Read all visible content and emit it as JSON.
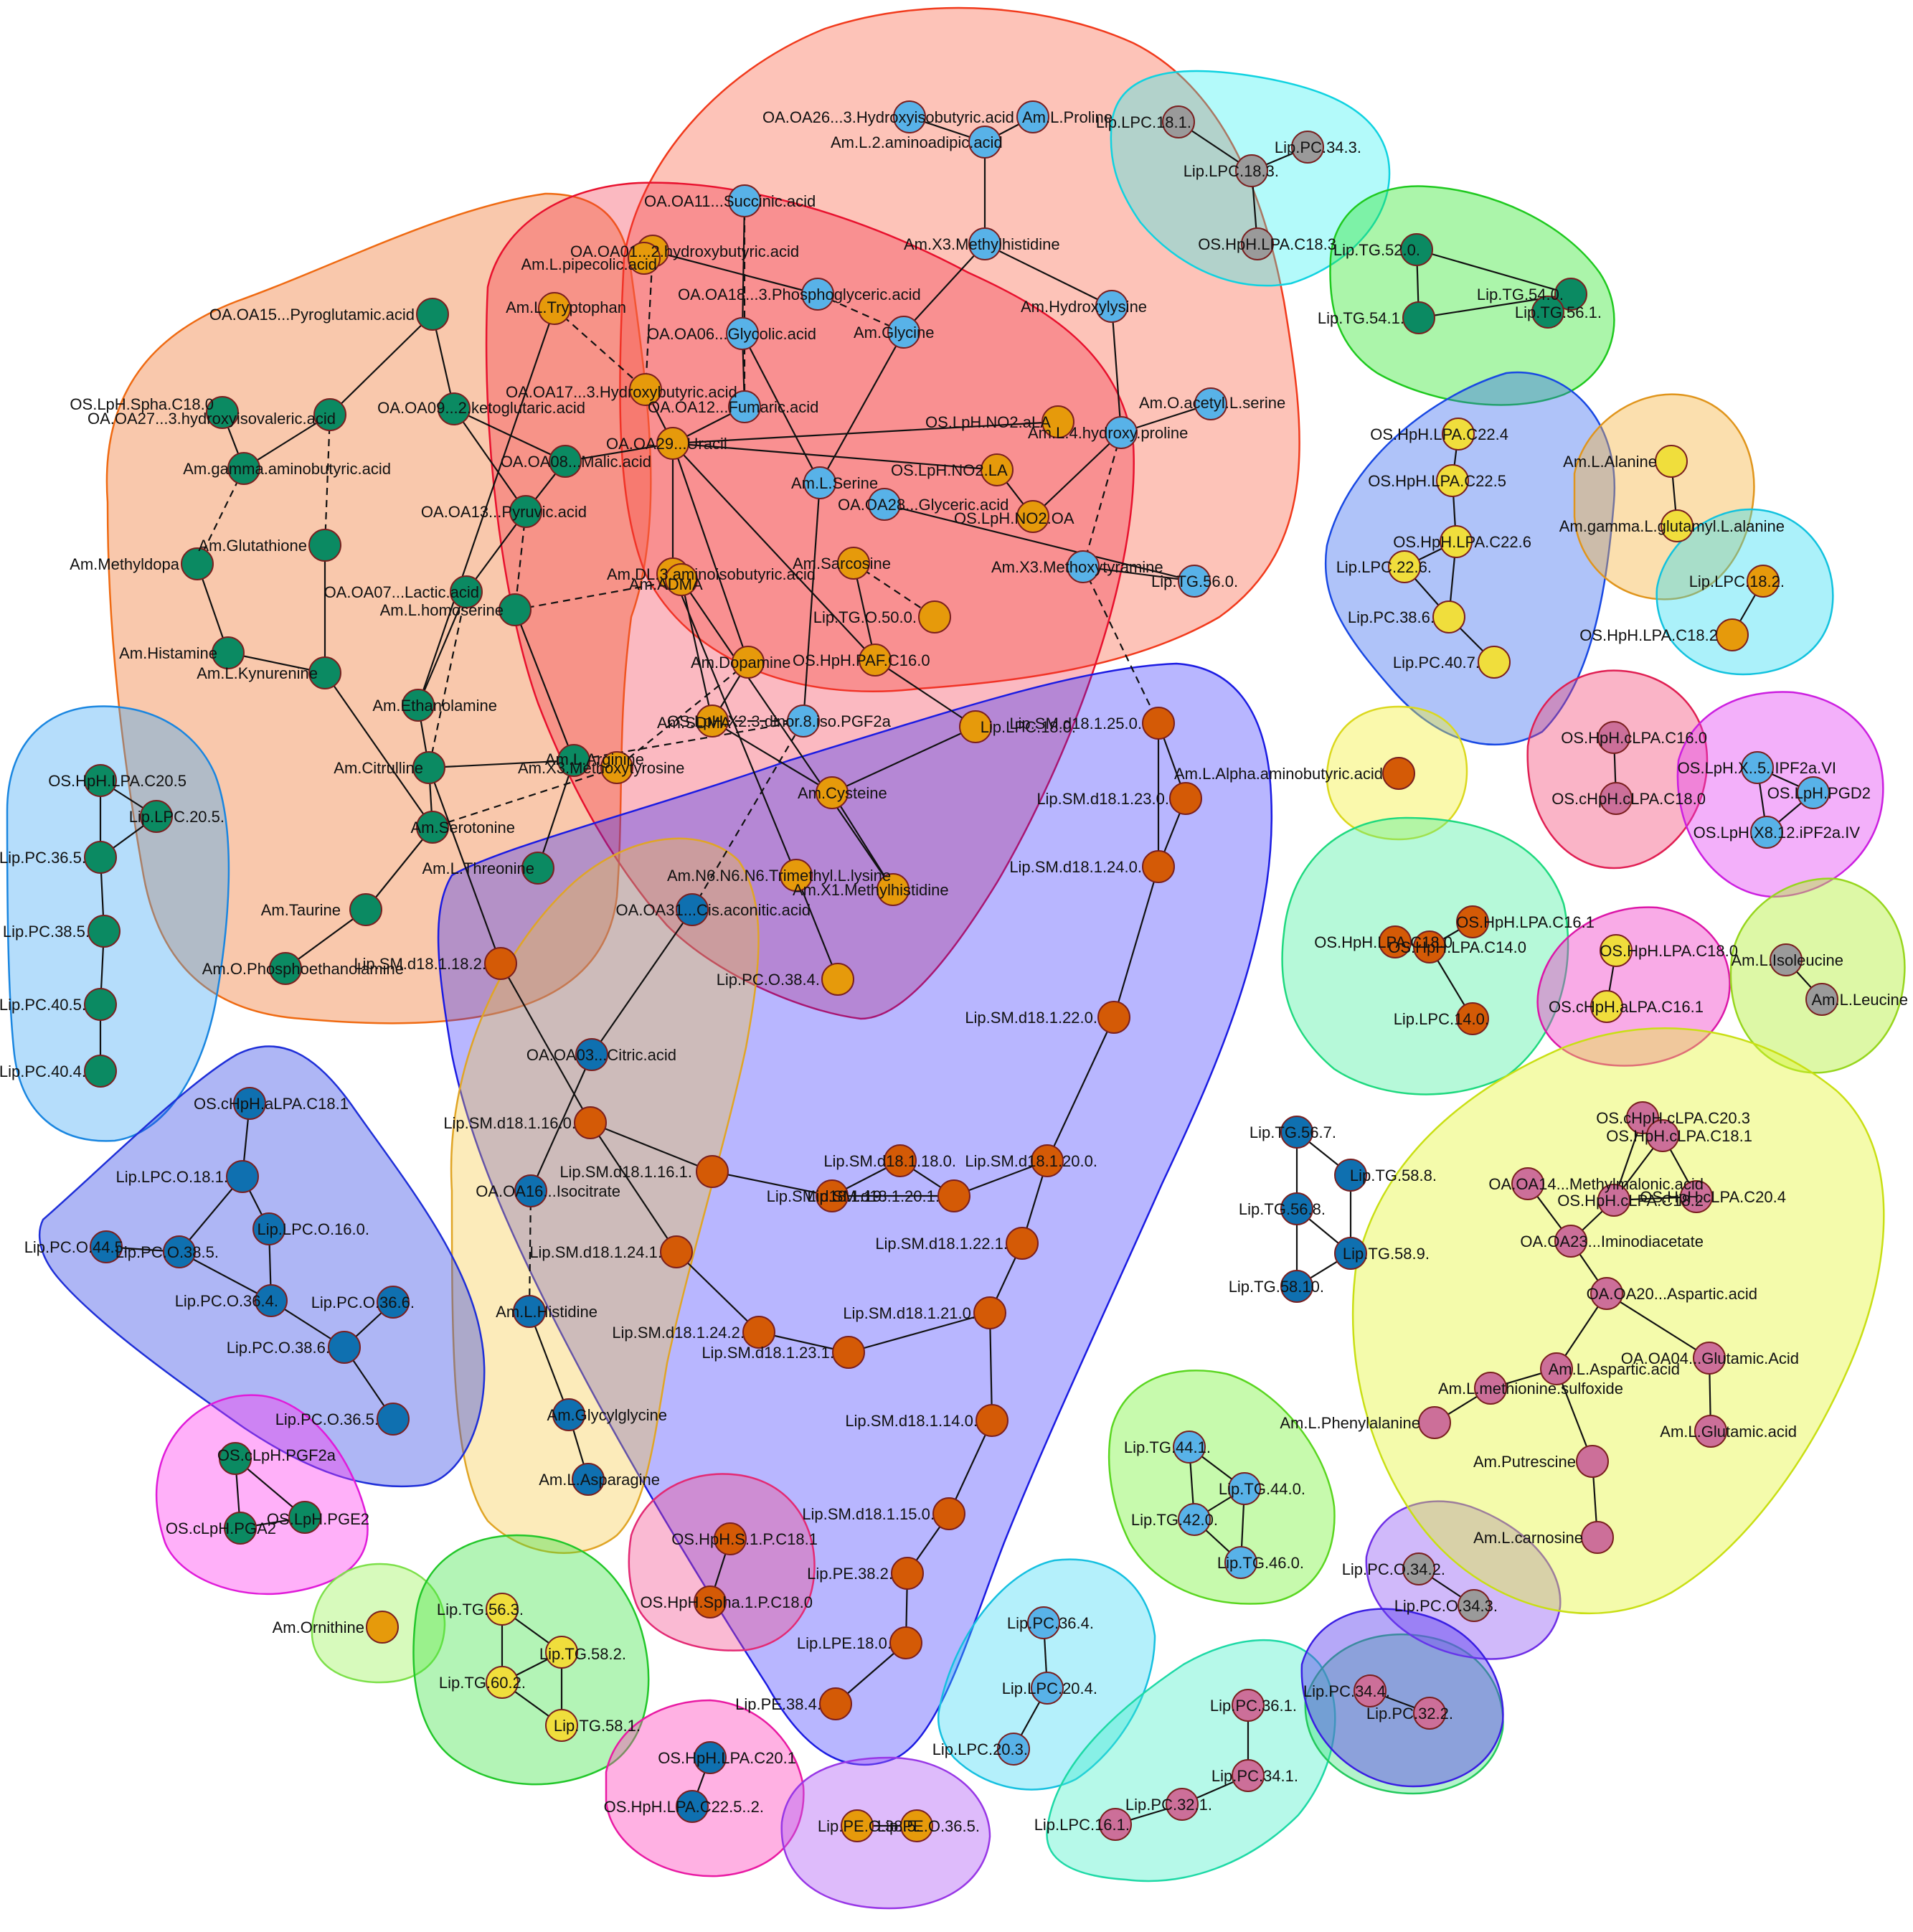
{
  "palette": {
    "green": "#0b8a62",
    "orange": "#e69a0b",
    "sky": "#58b2e8",
    "blue": "#0f70b0",
    "vermilion": "#d45a06",
    "yellow": "#f0de3c",
    "pink": "#cc6f99",
    "grey": "#9a9a9a"
  },
  "groups": [
    {
      "id": "g1",
      "fill": "#f07d3a",
      "stroke": "#ef6a12",
      "opacity": 0.42
    },
    {
      "id": "g2",
      "fill": "#fb6f55",
      "stroke": "#f13a1c",
      "opacity": 0.42
    },
    {
      "id": "g3",
      "fill": "#f2243e",
      "stroke": "#e8112e",
      "opacity": 0.32
    },
    {
      "id": "g4",
      "fill": "#2622ff",
      "stroke": "#1b1be2",
      "opacity": 0.33
    },
    {
      "id": "g5",
      "fill": "#f7c436",
      "stroke": "#e0a526",
      "opacity": 0.34
    },
    {
      "id": "g6",
      "fill": "#3da6f5",
      "stroke": "#1a86e0",
      "opacity": 0.38
    },
    {
      "id": "g7",
      "fill": "#2b3fe6",
      "stroke": "#1f2fd8",
      "opacity": 0.38
    },
    {
      "id": "g8",
      "fill": "#ff2ff0",
      "stroke": "#e01bd9",
      "opacity": 0.38
    },
    {
      "id": "g9",
      "fill": "#a6f56b",
      "stroke": "#7de04a",
      "opacity": 0.45
    },
    {
      "id": "g10",
      "fill": "#36e33f",
      "stroke": "#22c72a",
      "opacity": 0.38
    },
    {
      "id": "g11",
      "fill": "#f24a8c",
      "stroke": "#e32a74",
      "opacity": 0.38
    },
    {
      "id": "g12",
      "fill": "#ff3db8",
      "stroke": "#e91aa3",
      "opacity": 0.4
    },
    {
      "id": "g13",
      "fill": "#b15cf5",
      "stroke": "#9837e6",
      "opacity": 0.42
    },
    {
      "id": "g14",
      "fill": "#3ad8f5",
      "stroke": "#16c0e0",
      "opacity": 0.38
    },
    {
      "id": "g15",
      "fill": "#3ef0c4",
      "stroke": "#1ed9a6",
      "opacity": 0.38
    },
    {
      "id": "g16",
      "fill": "#3be076",
      "stroke": "#23c95d",
      "opacity": 0.38
    },
    {
      "id": "g17",
      "fill": "#7af23c",
      "stroke": "#5ad620",
      "opacity": 0.42
    },
    {
      "id": "g18",
      "fill": "#8f57f2",
      "stroke": "#6f2fe6",
      "opacity": 0.42
    },
    {
      "id": "g19",
      "fill": "#5b3ef0",
      "stroke": "#3a1ee3",
      "opacity": 0.45
    },
    {
      "id": "g20",
      "fill": "#1ff0f0",
      "stroke": "#10d2e0",
      "opacity": 0.34
    },
    {
      "id": "g21",
      "fill": "#2ee52b",
      "stroke": "#1fc91f",
      "opacity": 0.4
    },
    {
      "id": "g22",
      "fill": "#2e62f0",
      "stroke": "#1848e3",
      "opacity": 0.38
    },
    {
      "id": "g23",
      "fill": "#f5b23e",
      "stroke": "#e0951c",
      "opacity": 0.42
    },
    {
      "id": "g24",
      "fill": "#2edcf2",
      "stroke": "#12c2de",
      "opacity": 0.4
    },
    {
      "id": "g25",
      "fill": "#f2f030",
      "stroke": "#dbd81e",
      "opacity": 0.4
    },
    {
      "id": "g26",
      "fill": "#f23a6d",
      "stroke": "#e01f53",
      "opacity": 0.38
    },
    {
      "id": "g27",
      "fill": "#e23af2",
      "stroke": "#cc1fe0",
      "opacity": 0.4
    },
    {
      "id": "g28",
      "fill": "#3ef09c",
      "stroke": "#1fd97f",
      "opacity": 0.38
    },
    {
      "id": "g29",
      "fill": "#f02ec2",
      "stroke": "#dc17a8",
      "opacity": 0.4
    },
    {
      "id": "g30",
      "fill": "#b4f03a",
      "stroke": "#97d61e",
      "opacity": 0.45
    },
    {
      "id": "g31",
      "fill": "#e4f52e",
      "stroke": "#c9df14",
      "opacity": 0.4
    }
  ],
  "nodes": [
    {
      "id": "n1",
      "label": "OA.OA15...Pyroglutamic.acid",
      "color": "green"
    },
    {
      "id": "n2",
      "label": "OS.LpH.Spha.C18.0",
      "color": "green"
    },
    {
      "id": "n3",
      "label": "OA.OA27...3.hydroxyisovaleric.acid",
      "color": "green"
    },
    {
      "id": "n4",
      "label": "OA.OA09...2.ketoglutaric.acid",
      "color": "green"
    },
    {
      "id": "n5",
      "label": "Am.gamma.aminobutyric.acid",
      "color": "green"
    },
    {
      "id": "n6",
      "label": "OA.OA08...Malic.acid",
      "color": "green"
    },
    {
      "id": "n7",
      "label": "OA.OA13...Pyruvic.acid",
      "color": "green"
    },
    {
      "id": "n8",
      "label": "Am.Methyldopa",
      "color": "green"
    },
    {
      "id": "n9",
      "label": "Am.Glutathione",
      "color": "green"
    },
    {
      "id": "n10",
      "label": "OA.OA07...Lactic.acid",
      "color": "green"
    },
    {
      "id": "n11",
      "label": "Am.L.homoserine",
      "color": "green"
    },
    {
      "id": "n12",
      "label": "Am.Histamine",
      "color": "green"
    },
    {
      "id": "n13",
      "label": "Am.L.Kynurenine",
      "color": "green"
    },
    {
      "id": "n14",
      "label": "Am.Ethanolamine",
      "color": "green"
    },
    {
      "id": "n15",
      "label": "Am.Citrulline",
      "color": "green"
    },
    {
      "id": "n16",
      "label": "Am.L.Arginine",
      "color": "green"
    },
    {
      "id": "n17",
      "label": "Am.Serotonine",
      "color": "green"
    },
    {
      "id": "n18",
      "label": "Am.L.Threonine",
      "color": "green"
    },
    {
      "id": "n19",
      "label": "Am.Taurine",
      "color": "green"
    },
    {
      "id": "n20",
      "label": "Am.O.Phosphoethanolamine",
      "color": "green"
    },
    {
      "id": "n21",
      "label": "OA.OA01...2.hydroxybutyric.acid",
      "color": "orange"
    },
    {
      "id": "n22",
      "label": "Am.L.pipecolic.acid",
      "color": "orange"
    },
    {
      "id": "n23",
      "label": "Am.L.Tryptophan",
      "color": "orange"
    },
    {
      "id": "n24",
      "label": "OA.OA17...3.Hydroxybutyric.acid",
      "color": "orange"
    },
    {
      "id": "n25",
      "label": "OA.OA29...Uracil",
      "color": "orange"
    },
    {
      "id": "n26",
      "label": "OS.LpH.NO2.aLA",
      "color": "orange"
    },
    {
      "id": "n27",
      "label": "OS.LpH.NO2.LA",
      "color": "orange"
    },
    {
      "id": "n28",
      "label": "OS.LpH.NO2.OA",
      "color": "orange"
    },
    {
      "id": "n29",
      "label": "Am.Sarcosine",
      "color": "orange"
    },
    {
      "id": "n30",
      "label": "Am.DL.3.aminoisobutyric.acid",
      "color": "orange"
    },
    {
      "id": "n31",
      "label": "Am.ADMA",
      "color": "orange"
    },
    {
      "id": "n32",
      "label": "Lip.TG.O.50.0.",
      "color": "orange"
    },
    {
      "id": "n33",
      "label": "OS.HpH.PAF.C16.0",
      "color": "orange"
    },
    {
      "id": "n34",
      "label": "Am.Dopamine",
      "color": "orange"
    },
    {
      "id": "n35",
      "label": "Am.SDMA",
      "color": "orange"
    },
    {
      "id": "n36",
      "label": "Am.X3.Methoxytyrosine",
      "color": "orange"
    },
    {
      "id": "n37",
      "label": "Lip.LPC.18.0.",
      "color": "orange"
    },
    {
      "id": "n38",
      "label": "Am.Cysteine",
      "color": "orange"
    },
    {
      "id": "n39",
      "label": "Am.N6.N6.N6.Trimethyl.L.lysine",
      "color": "orange"
    },
    {
      "id": "n40",
      "label": "Am.X1.Methylhistidine",
      "color": "orange"
    },
    {
      "id": "n41",
      "label": "Lip.PC.O.38.4.",
      "color": "orange"
    },
    {
      "id": "n42",
      "label": "OA.OA26...3.Hydroxyisobutyric.acid",
      "color": "sky"
    },
    {
      "id": "n43",
      "label": "Am.L.Proline",
      "color": "sky"
    },
    {
      "id": "n44",
      "label": "Am.L.2.aminoadipic.acid",
      "color": "sky"
    },
    {
      "id": "n45",
      "label": "OA.OA11...Succinic.acid",
      "color": "sky"
    },
    {
      "id": "n46",
      "label": "Am.X3.Methylhistidine",
      "color": "sky"
    },
    {
      "id": "n47",
      "label": "OA.OA18...3.Phosphoglyceric.acid",
      "color": "sky"
    },
    {
      "id": "n48",
      "label": "OA.OA06...Glycolic.acid",
      "color": "sky"
    },
    {
      "id": "n49",
      "label": "Am.Glycine",
      "color": "sky"
    },
    {
      "id": "n50",
      "label": "Am.Hydroxylysine",
      "color": "sky"
    },
    {
      "id": "n51",
      "label": "OA.OA12...Fumaric.acid",
      "color": "sky"
    },
    {
      "id": "n52",
      "label": "Am.O.acetyl.L.serine",
      "color": "sky"
    },
    {
      "id": "n53",
      "label": "Am.L.4.hydroxy.proline",
      "color": "sky"
    },
    {
      "id": "n54",
      "label": "Am.L.Serine",
      "color": "sky"
    },
    {
      "id": "n55",
      "label": "OA.OA28...Glyceric.acid",
      "color": "sky"
    },
    {
      "id": "n56",
      "label": "Am.X3.Methoxytyramine",
      "color": "sky"
    },
    {
      "id": "n57",
      "label": "Lip.TG.56.0.",
      "color": "sky"
    },
    {
      "id": "n58",
      "label": "OS.LpH.X2.3.dinor.8.iso.PGF2a",
      "color": "sky"
    },
    {
      "id": "n59",
      "label": "Lip.SM.d18.1.25.0.",
      "color": "vermilion"
    },
    {
      "id": "n60",
      "label": "Lip.SM.d18.1.23.0.",
      "color": "vermilion"
    },
    {
      "id": "n61",
      "label": "Lip.SM.d18.1.24.0.",
      "color": "vermilion"
    },
    {
      "id": "n62",
      "label": "Lip.SM.d18.1.22.0.",
      "color": "vermilion"
    },
    {
      "id": "n63",
      "label": "Lip.SM.d18.1.20.0.",
      "color": "vermilion"
    },
    {
      "id": "n64",
      "label": "Lip.SM.d18.1.18.0.",
      "color": "vermilion"
    },
    {
      "id": "n65",
      "label": "Lip.SM.d18.1.19.",
      "color": "vermilion"
    },
    {
      "id": "n66",
      "label": "Lip.SM.d18.1.20.1.",
      "color": "vermilion"
    },
    {
      "id": "n67",
      "label": "Lip.SM.d18.1.16.1.",
      "color": "vermilion"
    },
    {
      "id": "n68",
      "label": "Lip.SM.d18.1.22.1.",
      "color": "vermilion"
    },
    {
      "id": "n69",
      "label": "Lip.SM.d18.1.18.2.",
      "color": "vermilion"
    },
    {
      "id": "n70",
      "label": "Lip.SM.d18.1.16.0.",
      "color": "vermilion"
    },
    {
      "id": "n71",
      "label": "Lip.SM.d18.1.24.1.",
      "color": "vermilion"
    },
    {
      "id": "n72",
      "label": "Lip.SM.d18.1.24.2.",
      "color": "vermilion"
    },
    {
      "id": "n73",
      "label": "Lip.SM.d18.1.23.1.",
      "color": "vermilion"
    },
    {
      "id": "n74",
      "label": "Lip.SM.d18.1.21.0.",
      "color": "vermilion"
    },
    {
      "id": "n75",
      "label": "Lip.SM.d18.1.14.0.",
      "color": "vermilion"
    },
    {
      "id": "n76",
      "label": "Lip.SM.d18.1.15.0.",
      "color": "vermilion"
    },
    {
      "id": "n77",
      "label": "Lip.PE.38.2.",
      "color": "vermilion"
    },
    {
      "id": "n78",
      "label": "Lip.LPE.18.0.",
      "color": "vermilion"
    },
    {
      "id": "n79",
      "label": "Lip.PE.38.4.",
      "color": "vermilion"
    },
    {
      "id": "n80",
      "label": "OA.OA31...Cis.aconitic.acid",
      "color": "blue"
    },
    {
      "id": "n81",
      "label": "OA.OA03...Citric.acid",
      "color": "blue"
    },
    {
      "id": "n82",
      "label": "OA.OA16...Isocitrate",
      "color": "blue"
    },
    {
      "id": "n83",
      "label": "Am.L.Histidine",
      "color": "blue"
    },
    {
      "id": "n84",
      "label": "Am.Glycylglycine",
      "color": "blue"
    },
    {
      "id": "n85",
      "label": "Am.L.Asparagine",
      "color": "blue"
    },
    {
      "id": "n86",
      "label": "OS.HpH.LPA.C20.5",
      "color": "green"
    },
    {
      "id": "n87",
      "label": "Lip.LPC.20.5.",
      "color": "green"
    },
    {
      "id": "n88",
      "label": "Lip.PC.36.5.",
      "color": "green"
    },
    {
      "id": "n89",
      "label": "Lip.PC.38.5.",
      "color": "green"
    },
    {
      "id": "n90",
      "label": "Lip.PC.40.5.",
      "color": "green"
    },
    {
      "id": "n91",
      "label": "Lip.PC.40.4.",
      "color": "green"
    },
    {
      "id": "n92",
      "label": "OS.cHpH.aLPA.C18.1",
      "color": "blue"
    },
    {
      "id": "n93",
      "label": "Lip.LPC.O.18.1.",
      "color": "blue"
    },
    {
      "id": "n94",
      "label": "Lip.LPC.O.16.0.",
      "color": "blue"
    },
    {
      "id": "n95",
      "label": "Lip.PC.O.44.5.",
      "color": "blue"
    },
    {
      "id": "n96",
      "label": "Lip.PC.O.38.5.",
      "color": "blue"
    },
    {
      "id": "n97",
      "label": "Lip.PC.O.36.4.",
      "color": "blue"
    },
    {
      "id": "n98",
      "label": "Lip.PC.O.36.6.",
      "color": "blue"
    },
    {
      "id": "n99",
      "label": "Lip.PC.O.38.6.",
      "color": "blue"
    },
    {
      "id": "n100",
      "label": "Lip.PC.O.36.5.",
      "color": "blue"
    },
    {
      "id": "n101",
      "label": "OS.cLpH.PGF2a",
      "color": "green"
    },
    {
      "id": "n102",
      "label": "OS.LpH.PGE2",
      "color": "green"
    },
    {
      "id": "n103",
      "label": "OS.cLpH.PGA2",
      "color": "green"
    },
    {
      "id": "n104",
      "label": "Am.Ornithine",
      "color": "orange"
    },
    {
      "id": "n105",
      "label": "Lip.TG.56.3.",
      "color": "yellow"
    },
    {
      "id": "n106",
      "label": "Lip.TG.58.2.",
      "color": "yellow"
    },
    {
      "id": "n107",
      "label": "Lip.TG.60.2.",
      "color": "yellow"
    },
    {
      "id": "n108",
      "label": "Lip.TG.58.1.",
      "color": "yellow"
    },
    {
      "id": "n109",
      "label": "OS.HpH.S.1.P.C18.1",
      "color": "vermilion"
    },
    {
      "id": "n110",
      "label": "OS.HpH.Spha.1.P.C18.0",
      "color": "vermilion"
    },
    {
      "id": "n111",
      "label": "OS.HpH.LPA.C20.1",
      "color": "blue"
    },
    {
      "id": "n112",
      "label": "OS.HpH.LPA.C22.5..2.",
      "color": "blue"
    },
    {
      "id": "n113",
      "label": "Lip.PE.O.38.5.",
      "color": "orange"
    },
    {
      "id": "n114",
      "label": "Lip.PE.O.36.5.",
      "color": "orange"
    },
    {
      "id": "n115",
      "label": "Lip.PC.36.4.",
      "color": "sky"
    },
    {
      "id": "n116",
      "label": "Lip.LPC.20.4.",
      "color": "sky"
    },
    {
      "id": "n117",
      "label": "Lip.LPC.20.3.",
      "color": "sky"
    },
    {
      "id": "n118",
      "label": "Lip.PC.36.1.",
      "color": "pink"
    },
    {
      "id": "n119",
      "label": "Lip.PC.34.1.",
      "color": "pink"
    },
    {
      "id": "n120",
      "label": "Lip.PC.32.1.",
      "color": "pink"
    },
    {
      "id": "n121",
      "label": "Lip.LPC.16.1.",
      "color": "pink"
    },
    {
      "id": "n122",
      "label": "Lip.PC.34.4.",
      "color": "pink"
    },
    {
      "id": "n123",
      "label": "Lip.PC.32.2.",
      "color": "pink"
    },
    {
      "id": "n124",
      "label": "Lip.PC.O.34.2.",
      "color": "grey"
    },
    {
      "id": "n125",
      "label": "Lip.PC.O.34.3.",
      "color": "grey"
    },
    {
      "id": "n126",
      "label": "Lip.TG.44.1.",
      "color": "sky"
    },
    {
      "id": "n127",
      "label": "Lip.TG.44.0.",
      "color": "sky"
    },
    {
      "id": "n128",
      "label": "Lip.TG.42.0.",
      "color": "sky"
    },
    {
      "id": "n129",
      "label": "Lip.TG.46.0.",
      "color": "sky"
    },
    {
      "id": "n130",
      "label": "Lip.TG.56.7.",
      "color": "blue"
    },
    {
      "id": "n131",
      "label": "Lip.TG.58.8.",
      "color": "blue"
    },
    {
      "id": "n132",
      "label": "Lip.TG.56.8.",
      "color": "blue"
    },
    {
      "id": "n133",
      "label": "Lip.TG.58.9.",
      "color": "blue"
    },
    {
      "id": "n134",
      "label": "Lip.TG.58.10.",
      "color": "blue"
    },
    {
      "id": "n135",
      "label": "OS.HpH.LPA.C16.1",
      "color": "vermilion"
    },
    {
      "id": "n136",
      "label": "OS.HpH.LPA.C18.0",
      "color": "vermilion"
    },
    {
      "id": "n137",
      "label": "OS.HpH.LPA.C14.0",
      "color": "vermilion"
    },
    {
      "id": "n138",
      "label": "Lip.LPC.14.0.",
      "color": "vermilion"
    },
    {
      "id": "n139",
      "label": "Am.L.Alpha.aminobutyric.acid",
      "color": "vermilion"
    },
    {
      "id": "n140",
      "label": "OS.HpH.LPA.C18.0",
      "color": "yellow"
    },
    {
      "id": "n141",
      "label": "OS.cHpH.aLPA.C16.1",
      "color": "yellow"
    },
    {
      "id": "n142",
      "label": "Am.L.Isoleucine",
      "color": "grey"
    },
    {
      "id": "n143",
      "label": "Am.L.Leucine",
      "color": "grey"
    },
    {
      "id": "n144",
      "label": "OS.HpH.cLPA.C16.0",
      "color": "pink"
    },
    {
      "id": "n145",
      "label": "OS.cHpH.cLPA.C18.0",
      "color": "pink"
    },
    {
      "id": "n146",
      "label": "OS.LpH.X..5..IPF2a.VI",
      "color": "sky"
    },
    {
      "id": "n147",
      "label": "OS.LpH.PGD2",
      "color": "sky"
    },
    {
      "id": "n148",
      "label": "OS.LpH.X8.12.iPF2a.IV",
      "color": "sky"
    },
    {
      "id": "n149",
      "label": "Lip.LPC.18.2.",
      "color": "orange"
    },
    {
      "id": "n150",
      "label": "OS.HpH.LPA.C18.2",
      "color": "orange"
    },
    {
      "id": "n151",
      "label": "Am.L.Alanine",
      "color": "yellow"
    },
    {
      "id": "n152",
      "label": "Am.gamma.L.glutamyl.L.alanine",
      "color": "yellow"
    },
    {
      "id": "n153",
      "label": "OS.HpH.LPA.C22.4",
      "color": "yellow"
    },
    {
      "id": "n154",
      "label": "OS.HpH.LPA.C22.5",
      "color": "yellow"
    },
    {
      "id": "n155",
      "label": "OS.HpH.LPA.C22.6",
      "color": "yellow"
    },
    {
      "id": "n156",
      "label": "Lip.LPC.22.6.",
      "color": "yellow"
    },
    {
      "id": "n157",
      "label": "Lip.PC.38.6.",
      "color": "yellow"
    },
    {
      "id": "n158",
      "label": "Lip.PC.40.7.",
      "color": "yellow"
    },
    {
      "id": "n159",
      "label": "Lip.TG.52.0.",
      "color": "green"
    },
    {
      "id": "n160",
      "label": "Lip.TG.54.0.",
      "color": "green"
    },
    {
      "id": "n161",
      "label": "Lip.TG.54.1.",
      "color": "green"
    },
    {
      "id": "n162",
      "label": "Lip.TG.56.1.",
      "color": "green"
    },
    {
      "id": "n163",
      "label": "Lip.LPC.18.1.",
      "color": "grey"
    },
    {
      "id": "n164",
      "label": "Lip.PC.34.3.",
      "color": "grey"
    },
    {
      "id": "n165",
      "label": "Lip.LPC.18.3.",
      "color": "grey"
    },
    {
      "id": "n166",
      "label": "OS.HpH.LPA.C18.3",
      "color": "grey"
    },
    {
      "id": "n167",
      "label": "OS.cHpH.cLPA.C20.3",
      "color": "pink"
    },
    {
      "id": "n168",
      "label": "OS.HpH.cLPA.C18.1",
      "color": "pink"
    },
    {
      "id": "n169",
      "label": "OA.OA14...Methylmalonic.acid",
      "color": "pink"
    },
    {
      "id": "n170",
      "label": "OS.HpH.cLPA.C18.2",
      "color": "pink"
    },
    {
      "id": "n171",
      "label": "OS.HpH.cLPA.C20.4",
      "color": "pink"
    },
    {
      "id": "n172",
      "label": "OA.OA23...Iminodiacetate",
      "color": "pink"
    },
    {
      "id": "n173",
      "label": "OA.OA20...Aspartic.acid",
      "color": "pink"
    },
    {
      "id": "n174",
      "label": "OA.OA04...Glutamic.Acid",
      "color": "pink"
    },
    {
      "id": "n175",
      "label": "Am.L.Aspartic.acid",
      "color": "pink"
    },
    {
      "id": "n176",
      "label": "Am.L.methionine.sulfoxide",
      "color": "pink"
    },
    {
      "id": "n177",
      "label": "Am.L.Phenylalanine",
      "color": "pink"
    },
    {
      "id": "n178",
      "label": "Am.L.Glutamic.acid",
      "color": "pink"
    },
    {
      "id": "n179",
      "label": "Am.Putrescine",
      "color": "pink"
    },
    {
      "id": "n180",
      "label": "Am.L.carnosine",
      "color": "pink"
    }
  ]
}
